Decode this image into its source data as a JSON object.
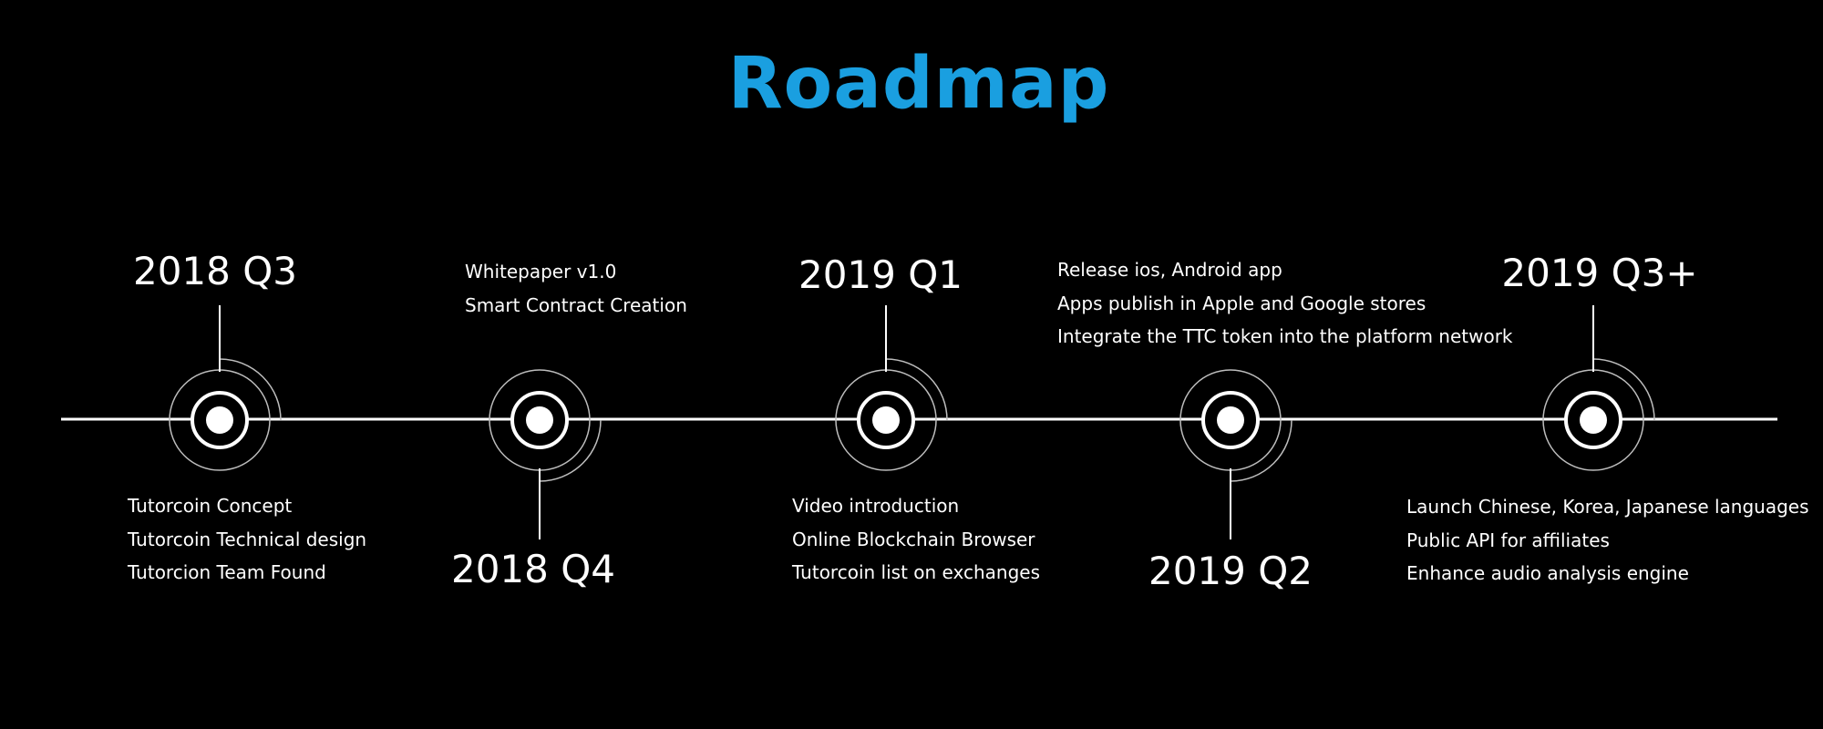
{
  "title": "Roadmap",
  "colors": {
    "background": "#000000",
    "title": "#1a9fe0",
    "line": "#ffffff",
    "ring": "#bdbdbd"
  },
  "milestones": [
    {
      "period": "2018 Q3",
      "tasks": [
        "Tutorcoin Concept",
        "Tutorcoin Technical design",
        "Tutorcion Team Found"
      ]
    },
    {
      "period": "2018 Q4",
      "tasks": [
        "Whitepaper v1.0",
        "Smart Contract Creation"
      ]
    },
    {
      "period": "2019 Q1",
      "tasks": [
        "Video introduction",
        "Online Blockchain Browser",
        "Tutorcoin list on exchanges"
      ]
    },
    {
      "period": "2019 Q2",
      "tasks": [
        "Release ios, Android app",
        "Apps publish in Apple and Google stores",
        "Integrate the TTC token into the platform network"
      ]
    },
    {
      "period": "2019 Q3+",
      "tasks": [
        "Launch Chinese, Korea, Japanese languages",
        "Public API for affiliates",
        "Enhance audio analysis engine"
      ]
    }
  ]
}
